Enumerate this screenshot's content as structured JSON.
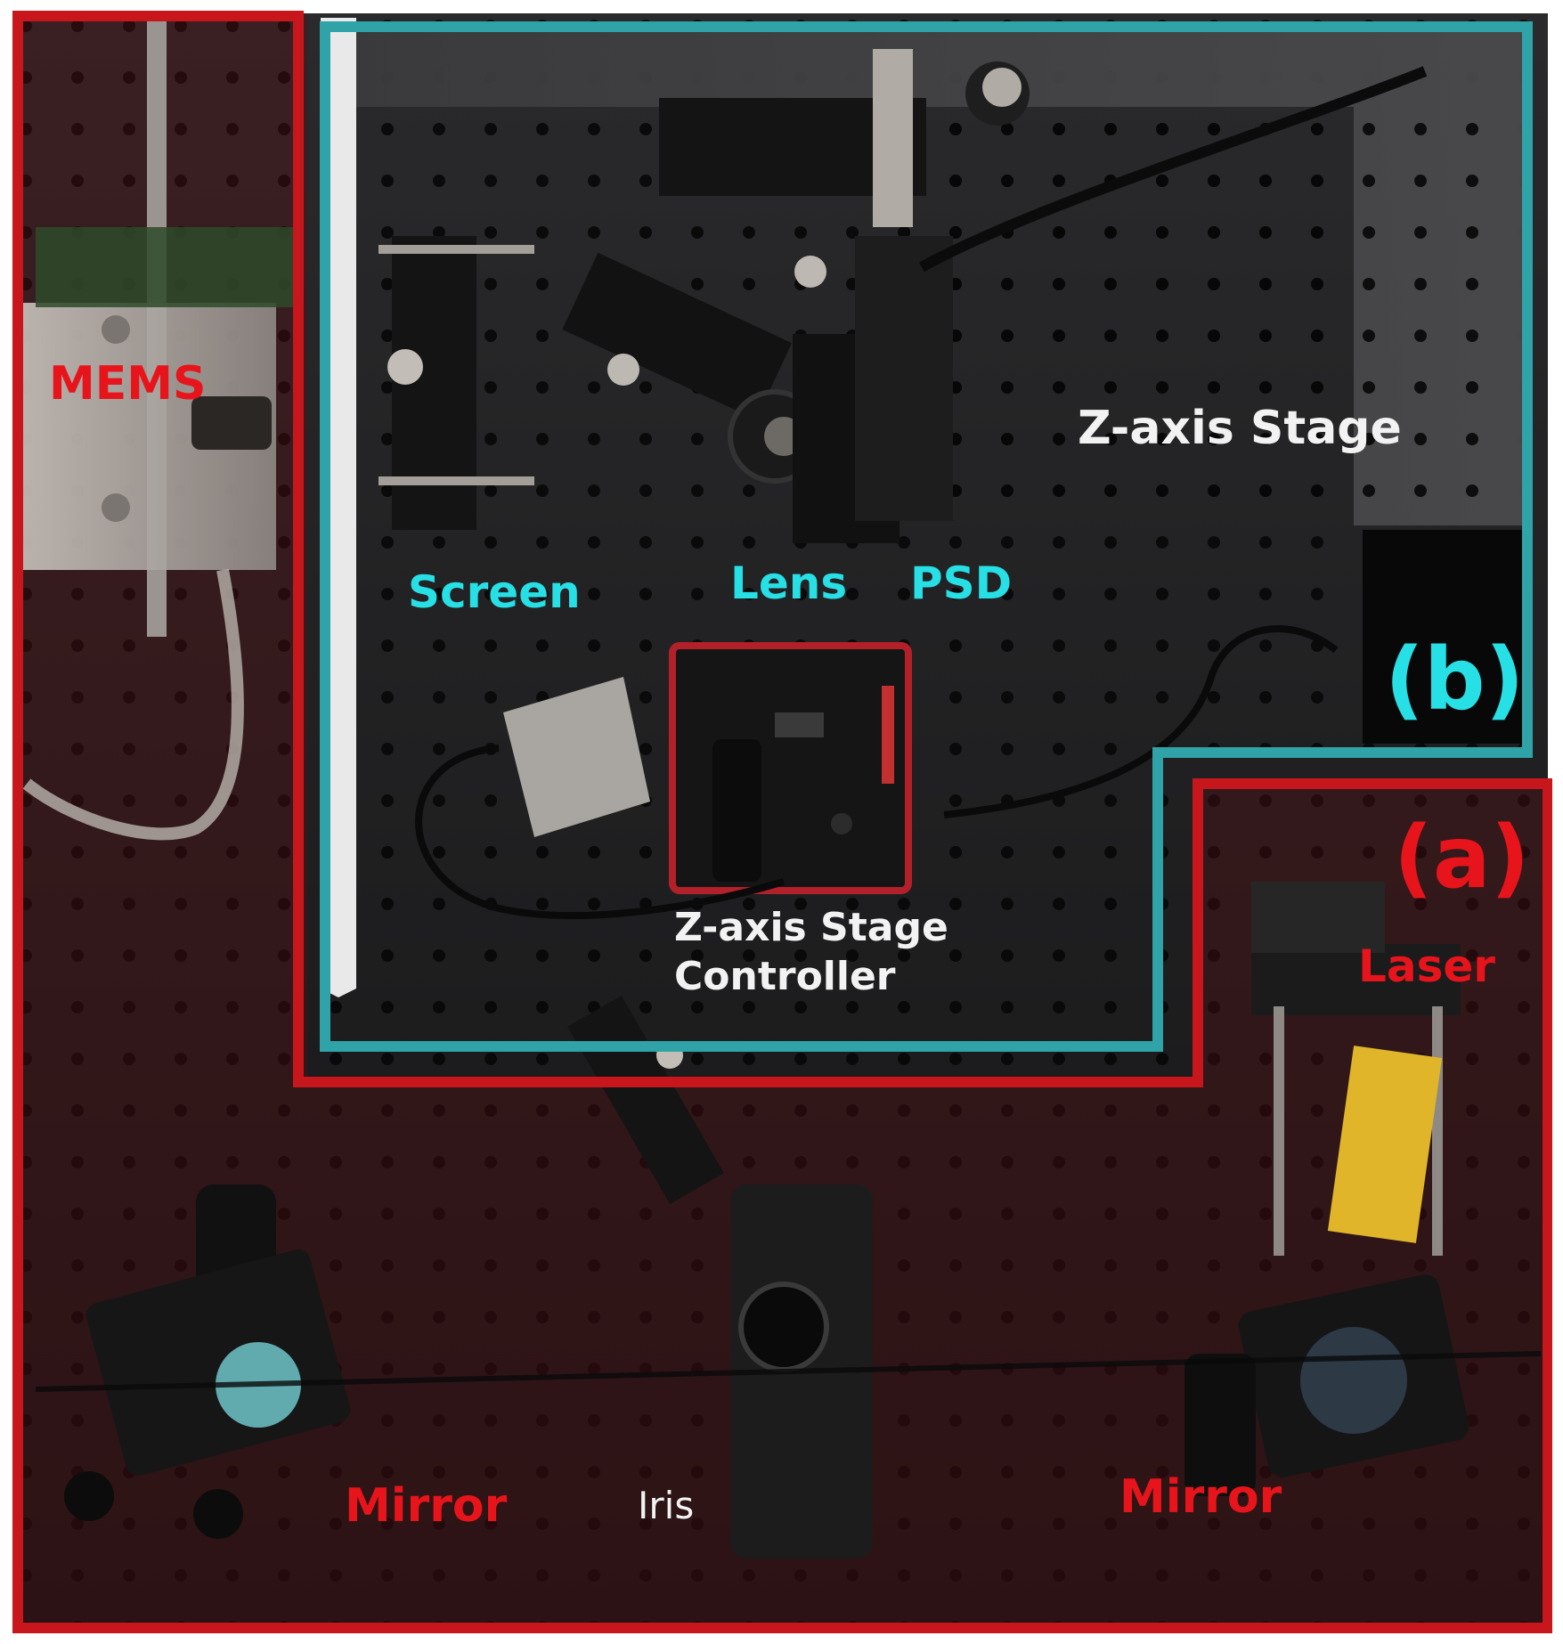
{
  "labels": {
    "mems": "MEMS",
    "z_axis_stage": "Z-axis Stage",
    "screen": "Screen",
    "lens": "Lens",
    "psd": "PSD",
    "panel_b": "(b)",
    "panel_a": "(a)",
    "controller_line1": "Z-axis Stage",
    "controller_line2": "Controller",
    "laser": "Laser",
    "mirror_left": "Mirror",
    "iris": "Iris",
    "mirror_right": "Mirror"
  },
  "colors": {
    "region_a_outline": "#c8161d",
    "region_b_outline": "#2fa3a8",
    "label_red": "#e8141b",
    "label_cyan": "#27e0e6",
    "label_white": "#f2f2f2",
    "breadboard": "#1b1b1d"
  }
}
